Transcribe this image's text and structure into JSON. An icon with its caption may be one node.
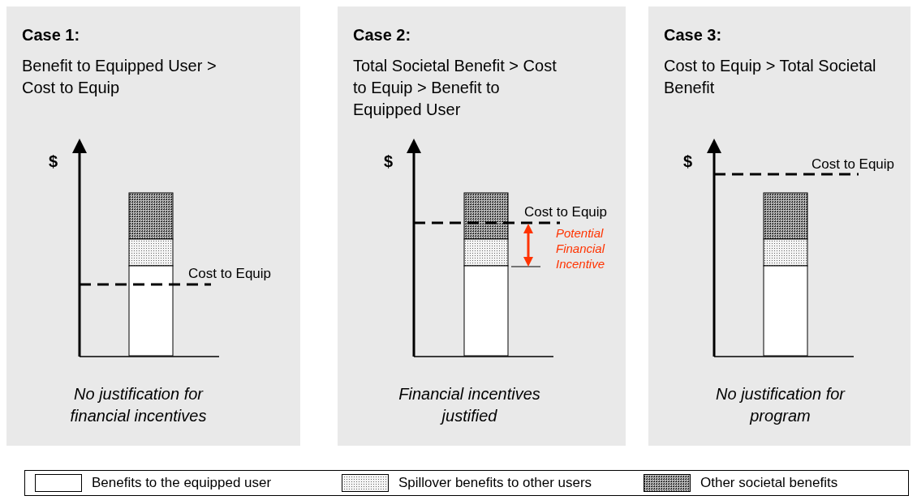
{
  "diagram": {
    "nodes": [
      {
        "text": [
          "Case 1:",
          "Benefit to Equipped User > Cost to Equip",
          "No justification for financial incentives"
        ]
      },
      {
        "text": [
          "Case 2:",
          "Total Societal Benefit > Cost to Equip > Benefit to Equipped User",
          "Financial incentives justified"
        ]
      },
      {
        "text": [
          "Case 3:",
          "Cost to Equip > Total Societal Benefit",
          "No justification for program"
        ]
      }
    ],
    "labels": [
      "$",
      "Cost to Equip",
      "$",
      "Cost to Equip",
      "Potential Financial Incentive",
      "$",
      "Cost to Equip"
    ],
    "legend": [
      {
        "text": "Benefits to the equipped user"
      },
      {
        "text": "Spillover benefits to other users"
      },
      {
        "text": "Other societal benefits"
      }
    ]
  }
}
